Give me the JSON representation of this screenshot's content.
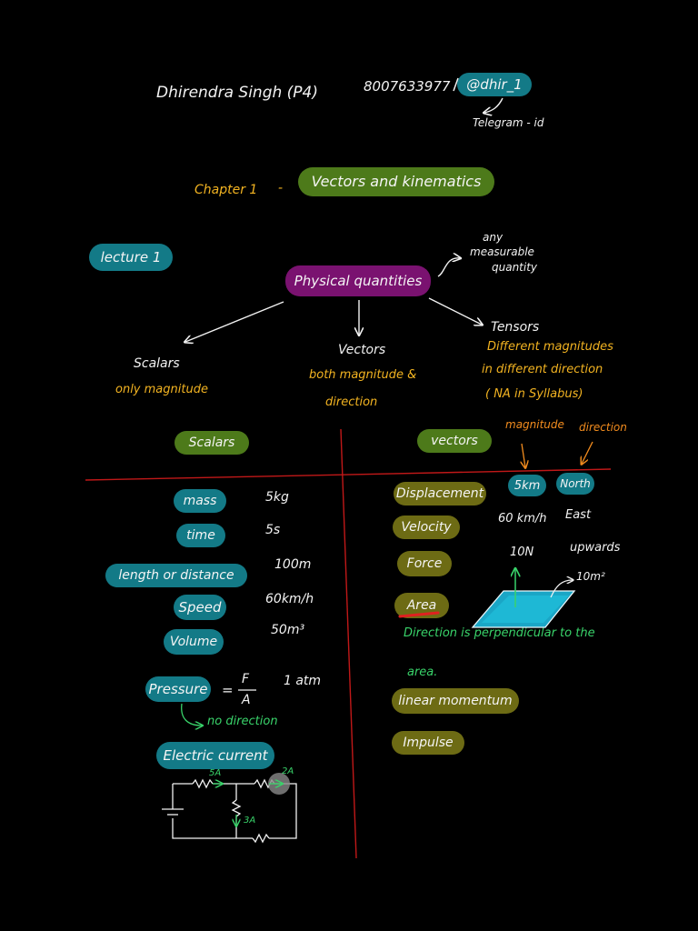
{
  "header": {
    "author": "Dhirendra Singh (P4)",
    "phone": "8007633977",
    "handle": "@dhir_1",
    "handle_note": "Telegram - id"
  },
  "chapter": {
    "label": "Chapter 1",
    "dash": "-",
    "title": "Vectors and kinematics"
  },
  "lecture": "lecture 1",
  "physical": {
    "title": "Physical quantities",
    "definition": [
      "any",
      "measurable",
      "quantity"
    ]
  },
  "types": {
    "scalars": {
      "label": "Scalars",
      "desc": "only magnitude"
    },
    "vectors": {
      "label": "Vectors",
      "desc": [
        "both magnitude &",
        "direction"
      ]
    },
    "tensors": {
      "label": "Tensors",
      "desc": [
        "Different magnitudes",
        "in different direction",
        "( NA in Syllabus)"
      ]
    }
  },
  "table": {
    "scalars_header": "Scalars",
    "vectors_header": "vectors",
    "vector_annotations": {
      "magnitude": "magnitude",
      "direction": "direction"
    },
    "vector_example": {
      "magnitude": "5km",
      "direction": "North"
    },
    "scalars": [
      {
        "name": "mass",
        "value": "5kg"
      },
      {
        "name": "time",
        "value": "5s"
      },
      {
        "name": "length or distance",
        "value": "100m"
      },
      {
        "name": "Speed",
        "value": "60km/h"
      },
      {
        "name": "Volume",
        "value": "50m³"
      },
      {
        "name": "Pressure",
        "value": "1 atm"
      }
    ],
    "pressure_formula": {
      "eq": "=",
      "numerator": "F",
      "denominator": "A"
    },
    "no_direction": "no direction",
    "electric_current": "Electric current",
    "circuit": {
      "i1": "5A",
      "i2": "2A",
      "i3": "3A"
    },
    "vectors": [
      {
        "name": "Displacement"
      },
      {
        "name": "Velocity",
        "magnitude": "60 km/h",
        "direction": "East"
      },
      {
        "name": "Force",
        "magnitude": "10N",
        "direction": "upwards"
      },
      {
        "name": "Area",
        "area_value": "10m²"
      },
      {
        "name": "linear momentum"
      },
      {
        "name": "Impulse"
      }
    ],
    "area_note": [
      "Direction is perpendicular to the",
      "area."
    ]
  }
}
